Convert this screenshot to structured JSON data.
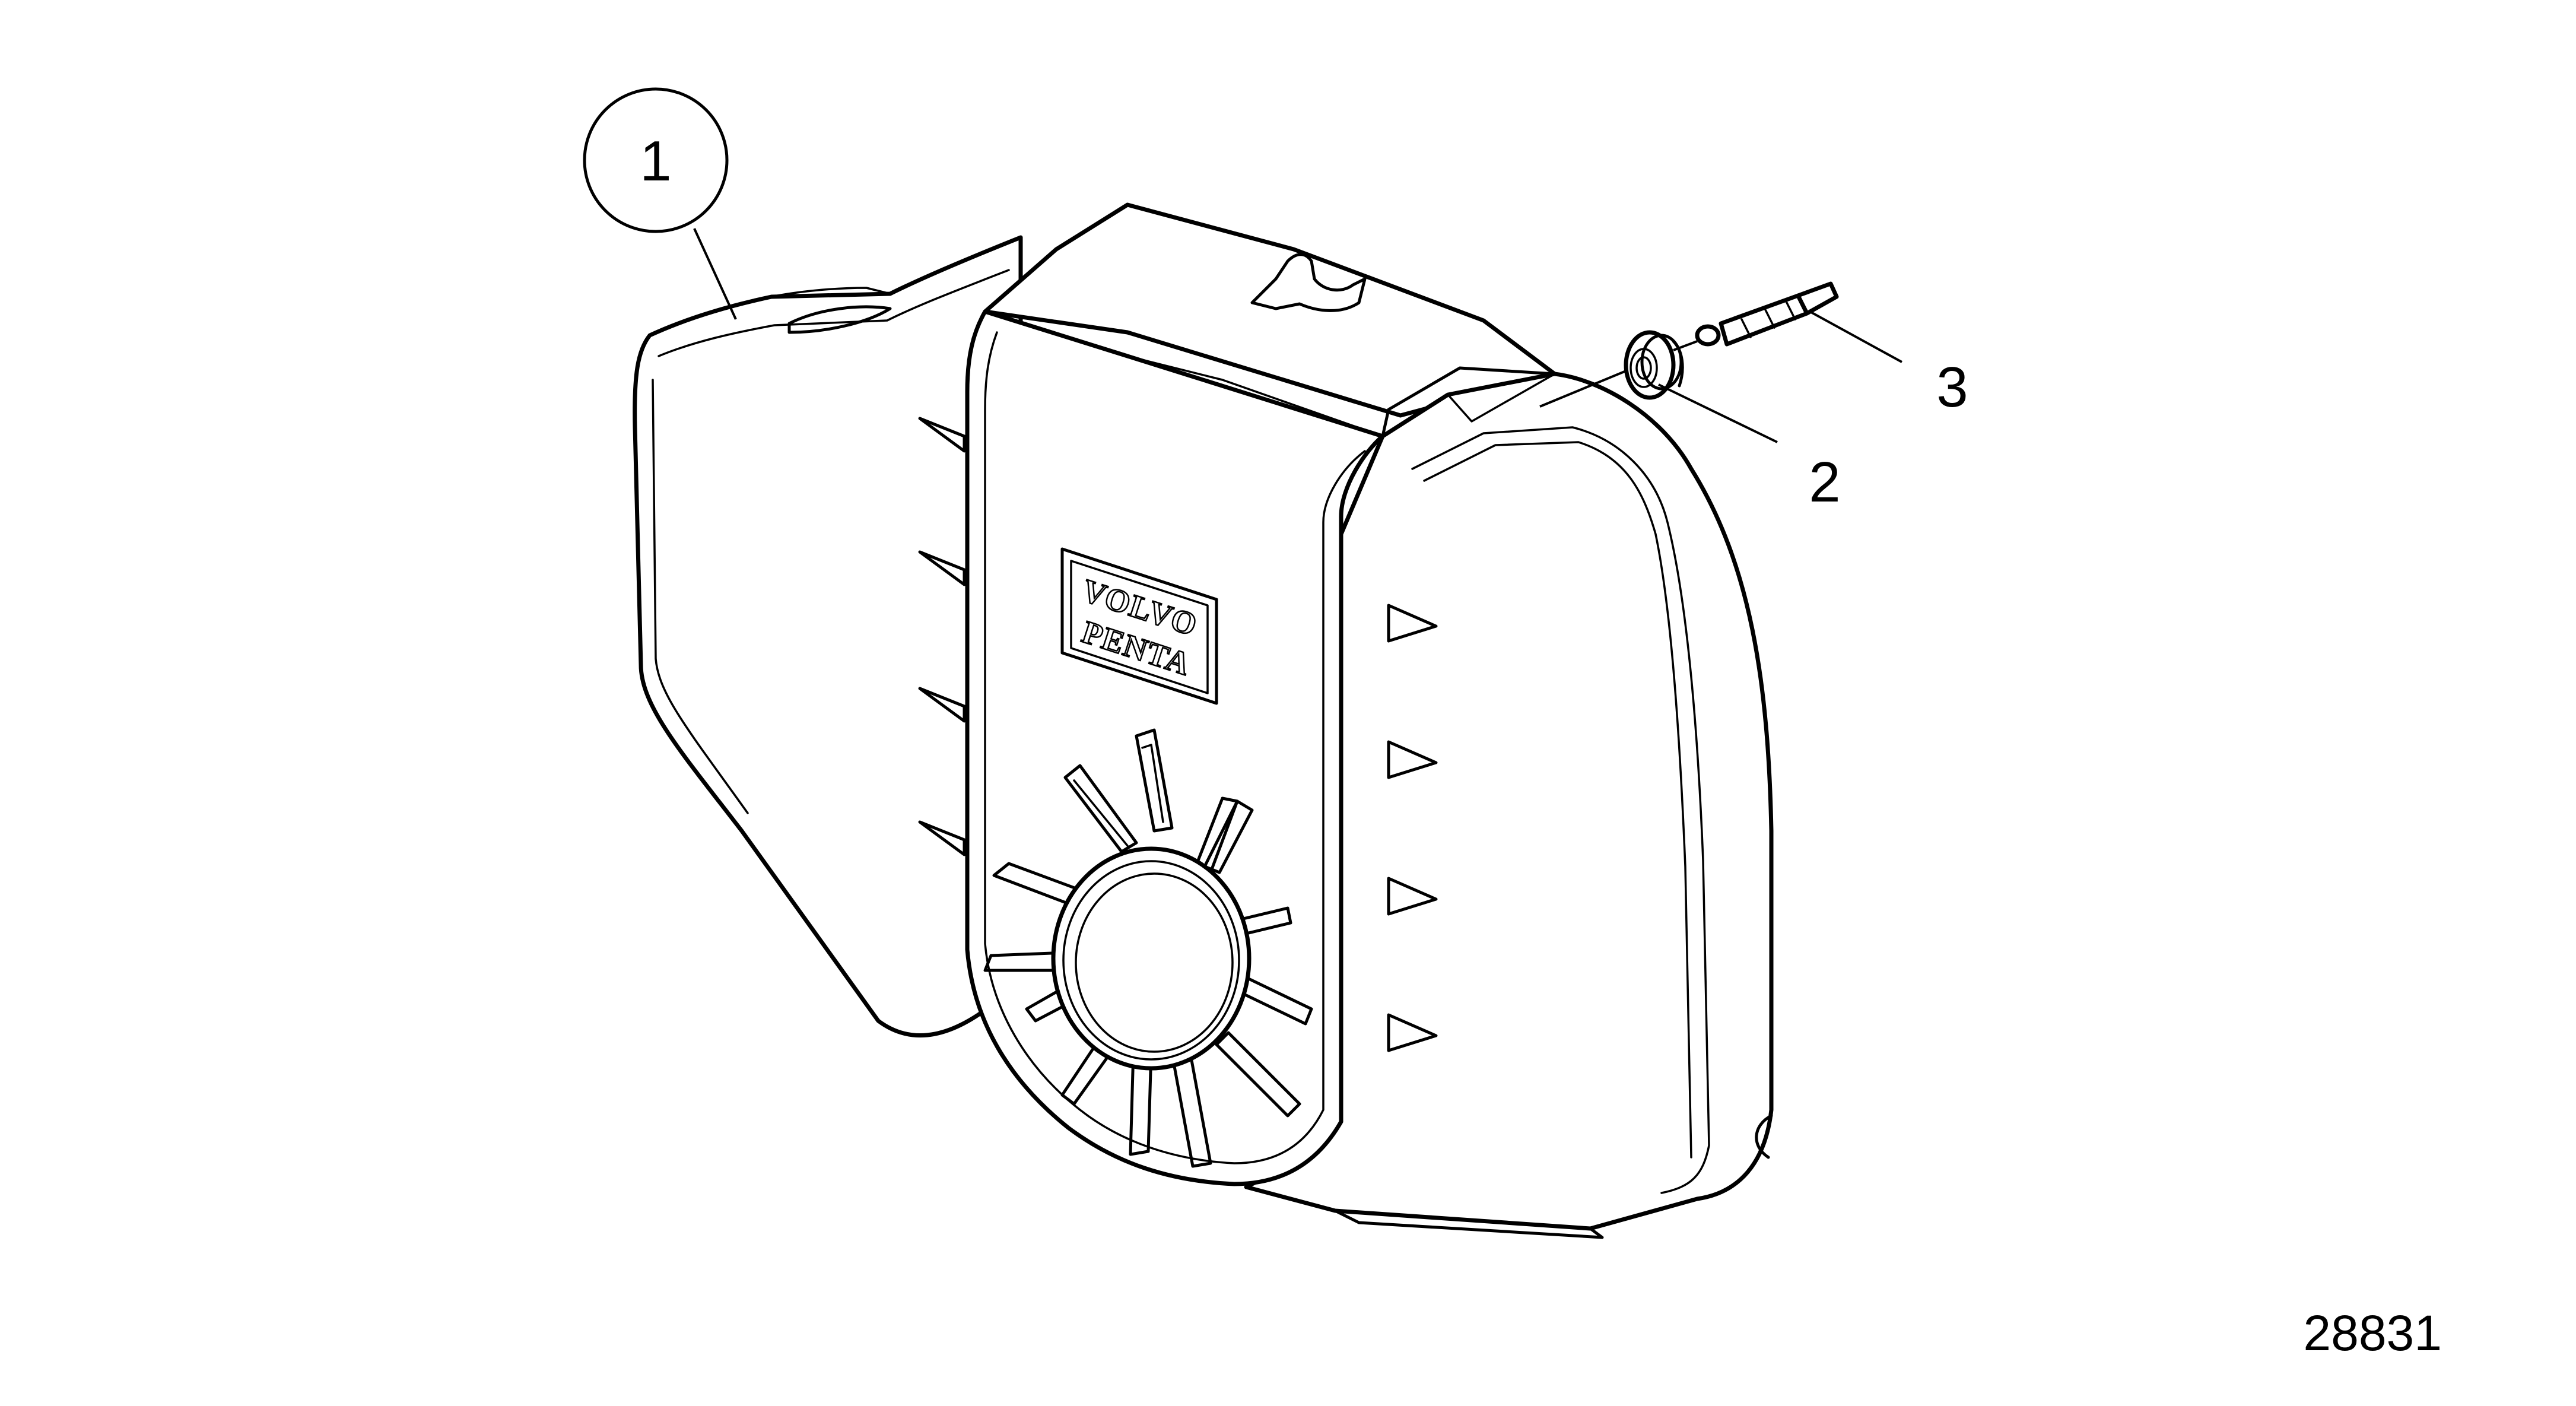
{
  "callouts": {
    "item_1": "1",
    "item_2": "2",
    "item_3": "3"
  },
  "logo": {
    "line1": "VOLVO",
    "line2": "PENTA"
  },
  "figure_number": "28831"
}
